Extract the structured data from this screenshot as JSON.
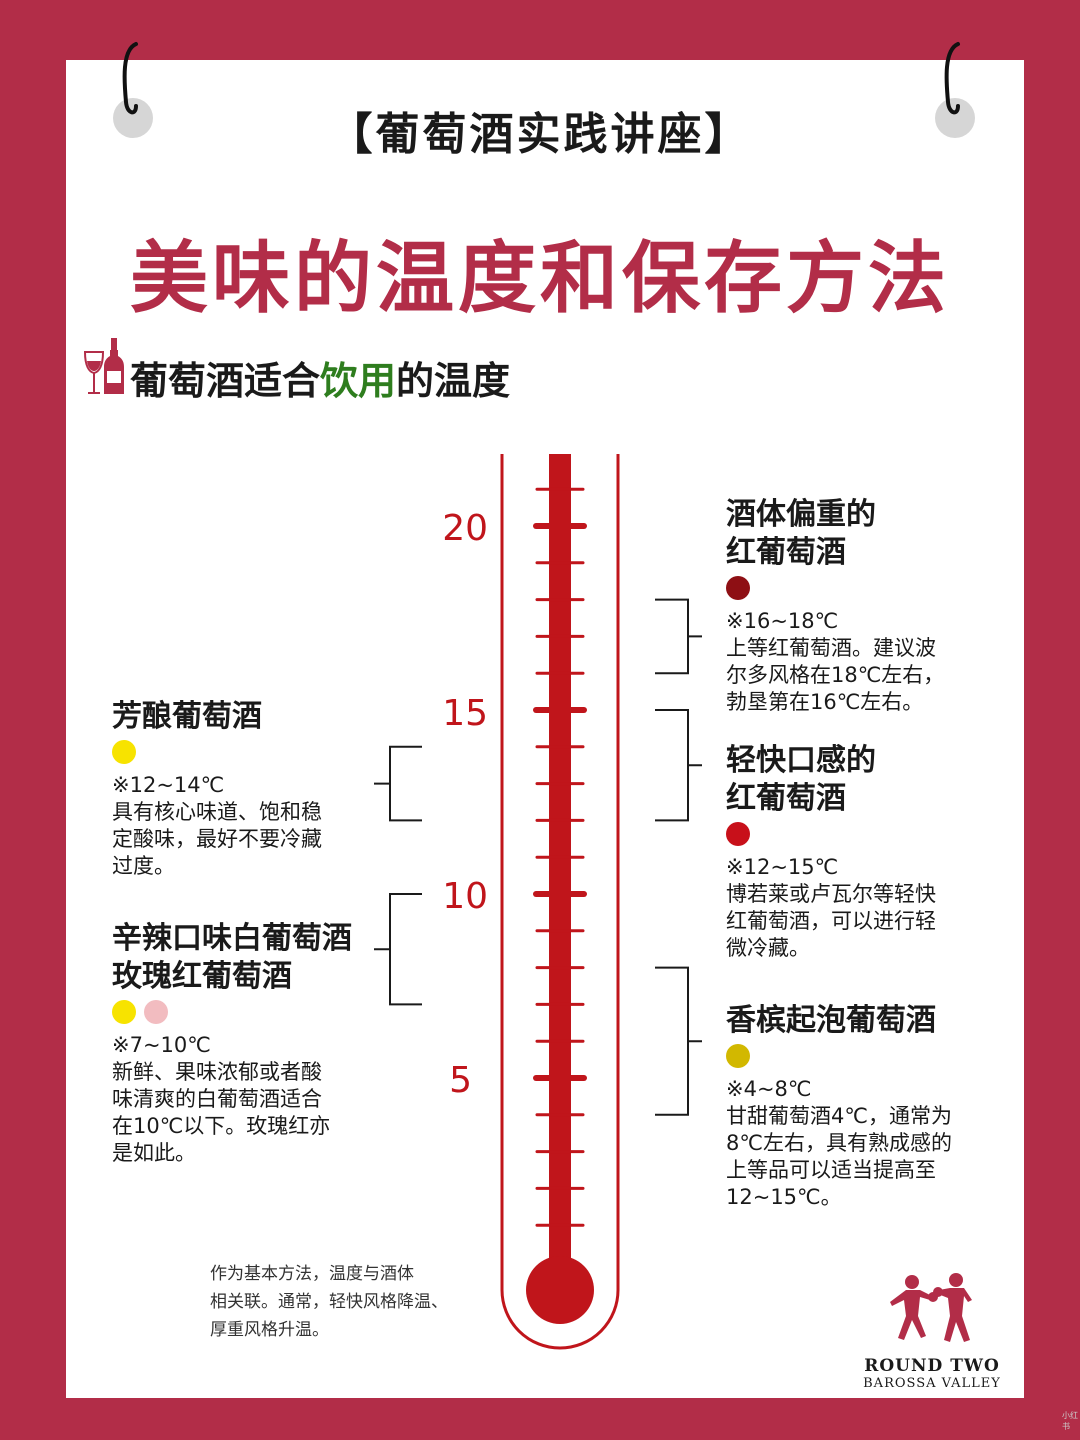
{
  "header": {
    "text": "【葡萄酒实践讲座】"
  },
  "title": {
    "text": "美味的温度和保存方法"
  },
  "section": {
    "prefix": "葡萄酒适合",
    "highlight": "饮用",
    "suffix": "的温度"
  },
  "scale": {
    "labels": [
      "20",
      "15",
      "10",
      "5"
    ]
  },
  "colors": {
    "accent": "#b22d48",
    "thermometer": "#c0151b",
    "highlight": "#2e7d1e"
  },
  "wines": [
    {
      "name_lines": [
        "酒体偏重的",
        "红葡萄酒"
      ],
      "dot_colors": [
        "#8e0f14"
      ],
      "range": "※16~18℃",
      "desc_lines": [
        "上等红葡萄酒。建议波",
        "尔多风格在18℃左右，",
        "勃垦第在16℃左右。"
      ],
      "temp_min": 16,
      "temp_max": 18,
      "side": "right"
    },
    {
      "name_lines": [
        "轻快口感的",
        "红葡萄酒"
      ],
      "dot_colors": [
        "#c8101a"
      ],
      "range": "※12~15℃",
      "desc_lines": [
        "博若莱或卢瓦尔等轻快",
        "红葡萄酒，可以进行轻",
        "微冷藏。"
      ],
      "temp_min": 12,
      "temp_max": 15,
      "side": "right"
    },
    {
      "name_lines": [
        "香槟起泡葡萄酒"
      ],
      "dot_colors": [
        "#d2b800"
      ],
      "range": "※4~8℃",
      "desc_lines": [
        "甘甜葡萄酒4℃，通常为",
        "8℃左右，具有熟成感的",
        "上等品可以适当提高至",
        "12~15℃。"
      ],
      "temp_min": 4,
      "temp_max": 8,
      "side": "right"
    },
    {
      "name_lines": [
        "芳酿葡萄酒"
      ],
      "dot_colors": [
        "#f7e300"
      ],
      "range": "※12~14℃",
      "desc_lines": [
        "具有核心味道、饱和稳",
        "定酸味，最好不要冷藏",
        "过度。"
      ],
      "temp_min": 12,
      "temp_max": 14,
      "side": "left"
    },
    {
      "name_lines": [
        "辛辣口味白葡萄酒",
        "玫瑰红葡萄酒"
      ],
      "dot_colors": [
        "#f7e300",
        "#f2bcc0"
      ],
      "range": "※7~10℃",
      "desc_lines": [
        "新鲜、果味浓郁或者酸",
        "味清爽的白葡萄酒适合",
        "在10℃以下。玫瑰红亦",
        "是如此。"
      ],
      "temp_min": 7,
      "temp_max": 10,
      "side": "left"
    }
  ],
  "note": {
    "lines": [
      "作为基本方法，温度与酒体",
      "相关联。通常，轻快风格降温、",
      "厚重风格升温。"
    ]
  },
  "logo": {
    "line1": "ROUND TWO",
    "line2": "BAROSSA VALLEY",
    "icon": "boxers-icon"
  },
  "watermark": {
    "text": "小红书"
  }
}
